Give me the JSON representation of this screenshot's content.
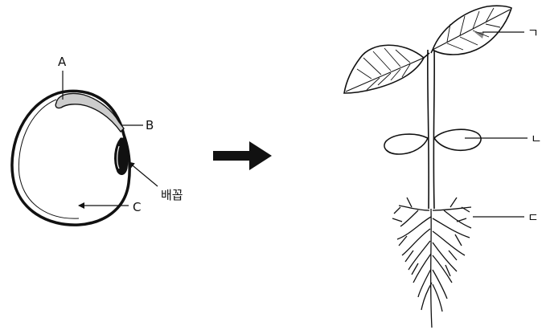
{
  "seed": {
    "label_a": "A",
    "label_b": "B",
    "label_c": "C",
    "hilum_label": "배꼽"
  },
  "seedling": {
    "label_1": "ㄱ",
    "label_2": "ㄴ",
    "label_3": "ㄷ"
  },
  "colors": {
    "line": "#111111",
    "embryo_fill": "#cccccc",
    "background": "#ffffff"
  }
}
